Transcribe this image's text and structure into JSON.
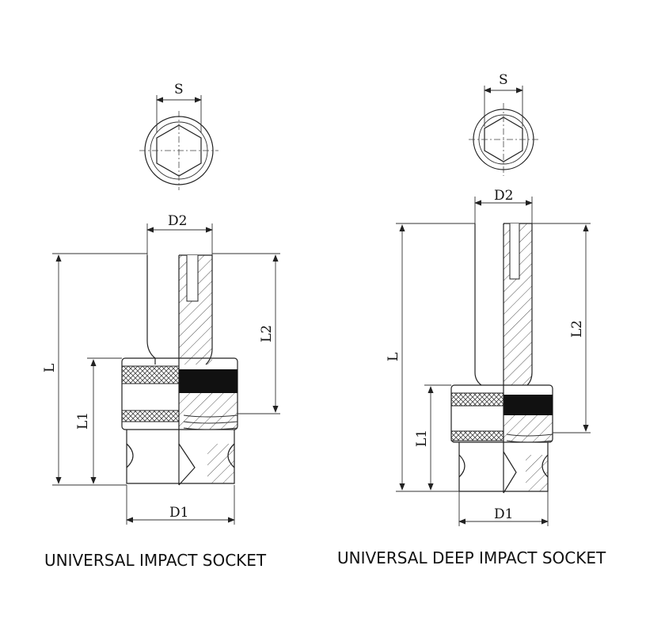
{
  "left": {
    "caption": "UNIVERSAL IMPACT SOCKET",
    "dims": {
      "s": "S",
      "d2": "D2",
      "l": "L",
      "l1": "L1",
      "l2": "L2",
      "d1": "D1"
    }
  },
  "right": {
    "caption": "UNIVERSAL DEEP IMPACT SOCKET",
    "dims": {
      "s": "S",
      "d2": "D2",
      "l": "L",
      "l1": "L1",
      "l2": "L2",
      "d1": "D1"
    }
  }
}
